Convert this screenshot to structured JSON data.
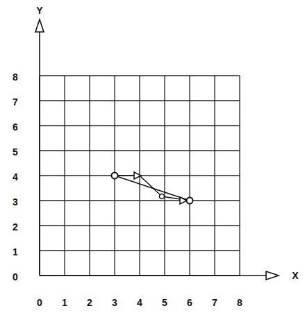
{
  "diagram": {
    "labels": [
      "Y",
      "8",
      "7",
      "6",
      "5",
      "4",
      "3",
      "2",
      "1",
      "0",
      "X",
      "0",
      "1",
      "2",
      "3",
      "4",
      "5",
      "6",
      "7",
      "8"
    ]
  }
}
